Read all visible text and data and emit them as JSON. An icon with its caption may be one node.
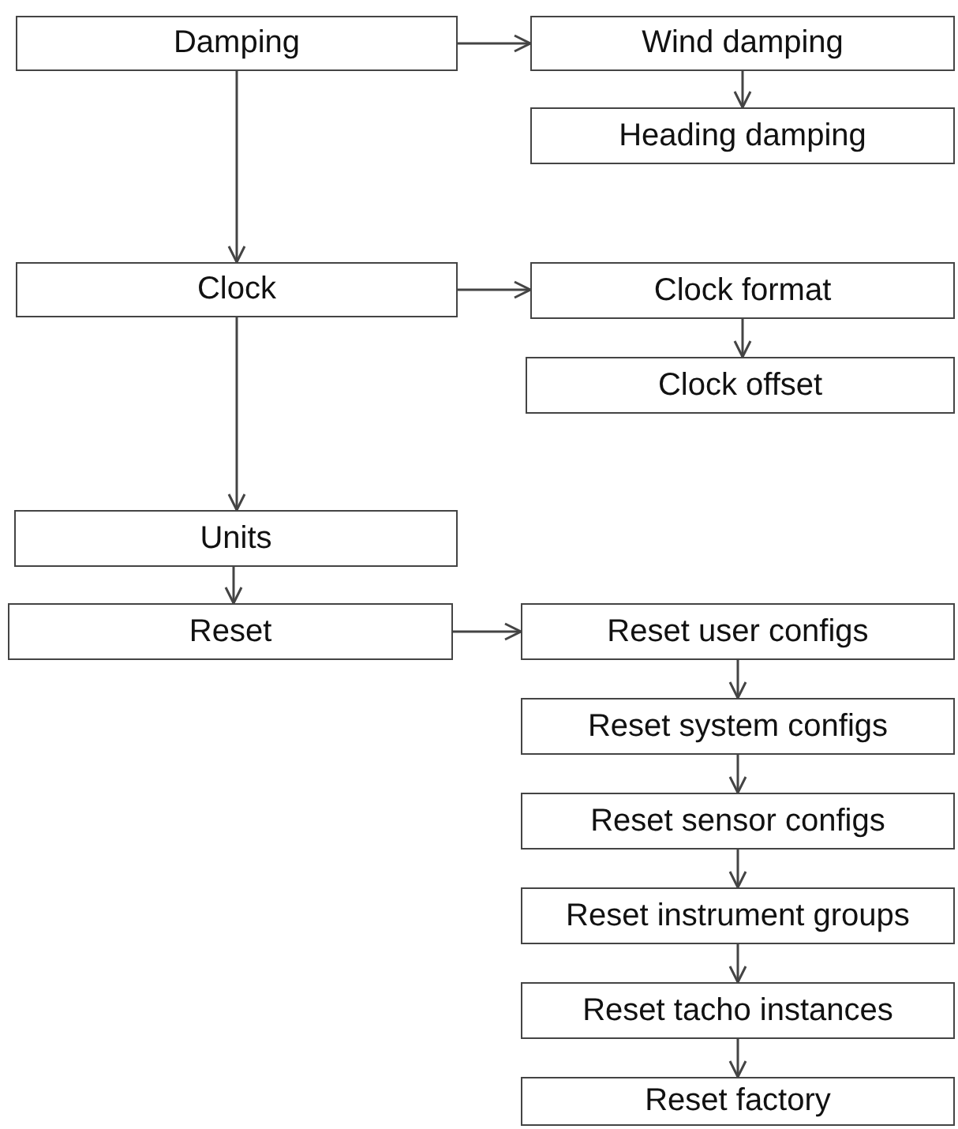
{
  "diagram": {
    "nodes": [
      {
        "text": [
          "Damping"
        ]
      },
      {
        "text": [
          "Wind damping"
        ]
      },
      {
        "text": [
          "Heading damping"
        ]
      },
      {
        "text": [
          "Clock"
        ]
      },
      {
        "text": [
          "Clock format"
        ]
      },
      {
        "text": [
          "Clock offset"
        ]
      },
      {
        "text": [
          "Units"
        ]
      },
      {
        "text": [
          "Reset"
        ]
      },
      {
        "text": [
          "Reset user configs"
        ]
      },
      {
        "text": [
          "Reset system configs"
        ]
      },
      {
        "text": [
          "Reset sensor configs"
        ]
      },
      {
        "text": [
          "Reset instrument groups"
        ]
      },
      {
        "text": [
          "Reset tacho instances"
        ]
      },
      {
        "text": [
          "Reset factory"
        ]
      }
    ],
    "edges": [
      {
        "from": 0,
        "to": 1,
        "arrow": "to"
      },
      {
        "from": 1,
        "to": 2,
        "arrow": "to"
      },
      {
        "from": 0,
        "to": 3,
        "arrow": "to"
      },
      {
        "from": 3,
        "to": 4,
        "arrow": "to"
      },
      {
        "from": 4,
        "to": 5,
        "arrow": "to"
      },
      {
        "from": 3,
        "to": 6,
        "arrow": "to"
      },
      {
        "from": 6,
        "to": 7,
        "arrow": "to"
      },
      {
        "from": 7,
        "to": 8,
        "arrow": "to"
      },
      {
        "from": 8,
        "to": 9,
        "arrow": "to"
      },
      {
        "from": 9,
        "to": 10,
        "arrow": "to"
      },
      {
        "from": 10,
        "to": 11,
        "arrow": "to"
      },
      {
        "from": 11,
        "to": 12,
        "arrow": "to"
      },
      {
        "from": 12,
        "to": 13,
        "arrow": "to"
      }
    ]
  }
}
